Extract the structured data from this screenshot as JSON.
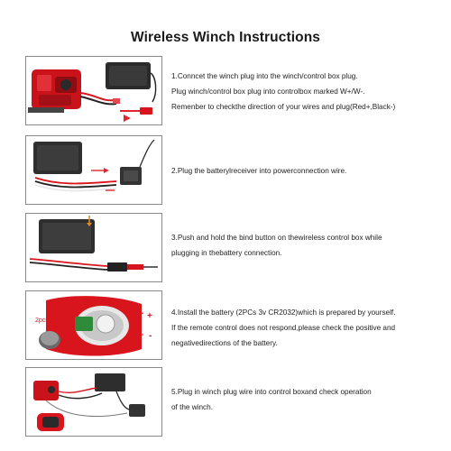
{
  "title": "Wireless Winch Instructions",
  "steps": [
    {
      "lines": [
        "1.Conncet the winch plug into the winch/control box plug.",
        "Plug winch/control box plug into controlbox marked W+/W-.",
        "Remenber to checkthe direction of your wires and plug(Red+,Black-)"
      ]
    },
    {
      "lines": [
        "2.Plug the batterylreceiver into powerconnection wire."
      ]
    },
    {
      "lines": [
        "3.Push and hold the bind button on thewireless control box while",
        "plugging in thebattery connection."
      ]
    },
    {
      "lines": [
        "4.Install the battery (2PCs 3v CR2032)which is prepared by yourself.",
        "If the remote control does not respond,please check the positive and",
        "negativedirections of the battery."
      ]
    },
    {
      "lines": [
        "5.Plug in winch plug wire into control boxand check operation",
        "of the winch."
      ]
    }
  ],
  "photo_labels": {
    "battery_count": "2pcs",
    "plus": "+",
    "minus": "-"
  },
  "colors": {
    "winch_red": "#d8141c",
    "box_dark": "#2b2b2b",
    "frame": "#8a8a8a",
    "arrow_red": "#e0262e"
  }
}
